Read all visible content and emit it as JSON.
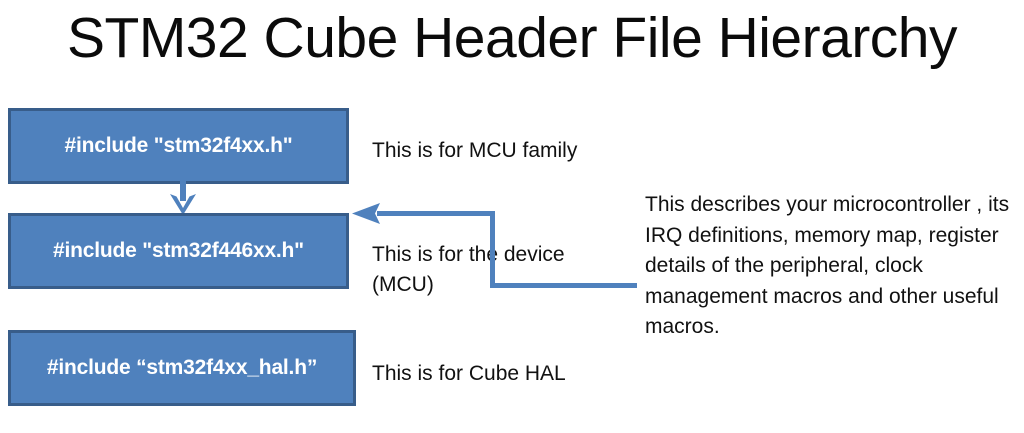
{
  "slide": {
    "title": "STM32 Cube Header File Hierarchy",
    "background_color": "#ffffff"
  },
  "colors": {
    "box_fill": "#4f81bd",
    "box_border": "#385d8a",
    "box_text": "#ffffff",
    "arrow": "#4f81bd",
    "connector": "#4f81bd",
    "body_text": "#111111"
  },
  "boxes": [
    {
      "id": "family",
      "code": "#include \"stm32f4xx.h\"",
      "caption": "This is for MCU family"
    },
    {
      "id": "device",
      "code": "#include \"stm32f446xx.h\"",
      "caption": "This is for the device\n(MCU)"
    },
    {
      "id": "hal",
      "code": "#include “stm32f4xx_hal.h”",
      "caption": "This is for Cube HAL"
    }
  ],
  "description": {
    "text": "This describes your microcontroller , its IRQ definitions, memory map, register details of the peripheral, clock management macros and other useful macros."
  },
  "connectors": [
    {
      "id": "family-to-device",
      "kind": "down-arrow-icon",
      "from": "family",
      "to": "device"
    },
    {
      "id": "description-to-device",
      "kind": "elbow-arrow-icon",
      "from": "description",
      "to": "device"
    }
  ]
}
